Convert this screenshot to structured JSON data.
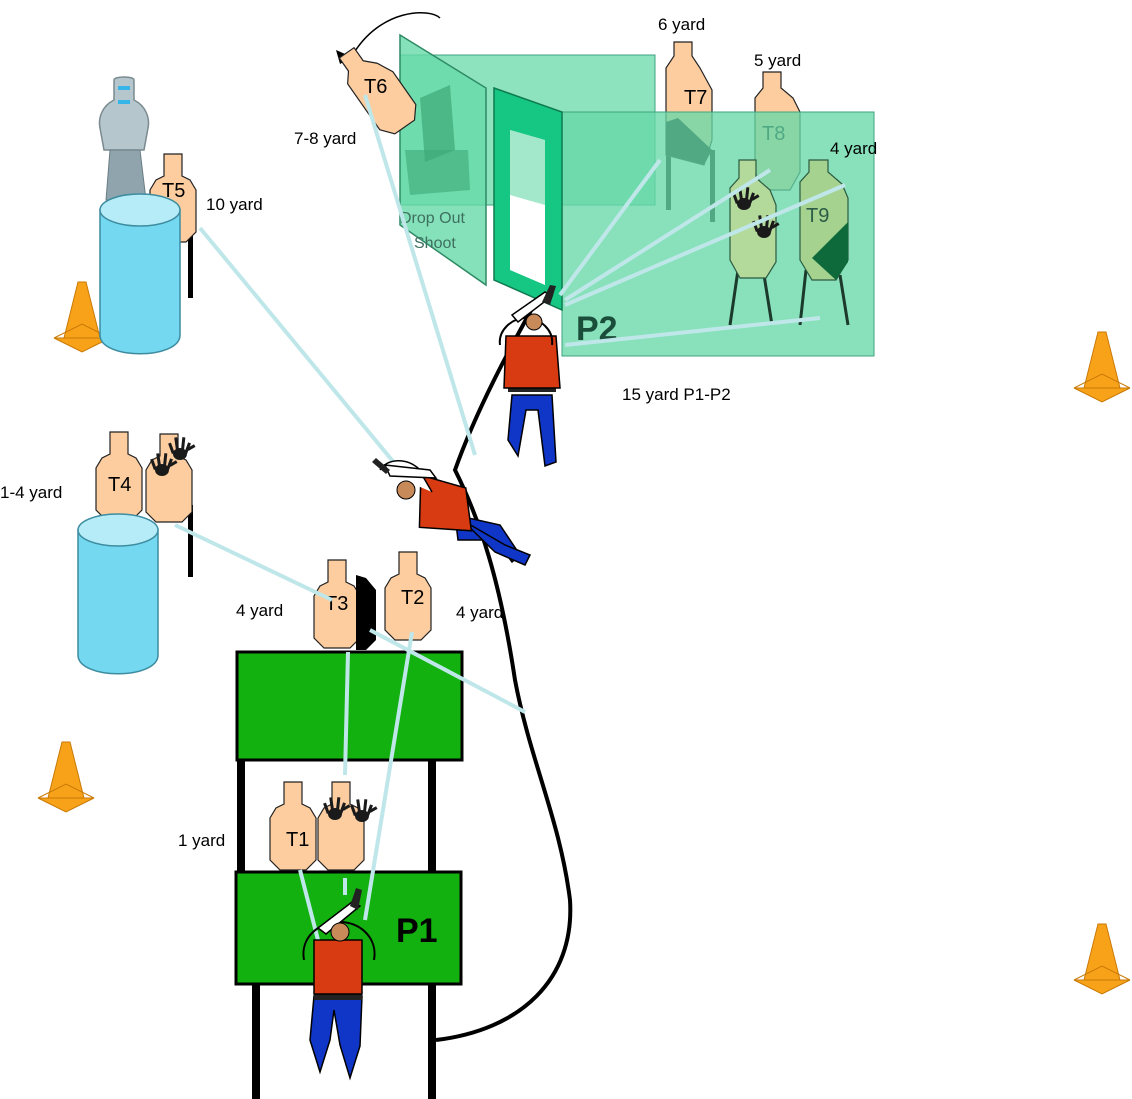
{
  "targets": {
    "t1": "T1",
    "t2": "T2",
    "t3": "T3",
    "t4": "T4",
    "t5": "T5",
    "t6": "T6",
    "t7": "T7",
    "t8": "T8",
    "t9": "T9"
  },
  "positions": {
    "p1": "P1",
    "p2": "P2"
  },
  "distances": {
    "t1": "1 yard",
    "t3": "4 yard",
    "t2": "4 yard",
    "t4": "1-4 yard",
    "t5": "10 yard",
    "t6": "7-8 yard",
    "t7": "6 yard",
    "t8": "5 yard",
    "t9": "4 yard",
    "p1_p2": "15 yard P1-P2"
  },
  "drop_out": {
    "line1": "Drop Out",
    "line2": "Shoot"
  },
  "colors": {
    "target_tan": "#fdcda0",
    "platform_green": "#13b10f",
    "wall_green": "#66d9a8",
    "barrel_blue": "#74d9f0",
    "cone_orange": "#f8a21a",
    "shirt_red": "#d83a12",
    "pants_blue": "#1036c8",
    "sight_line": "#bfe7ea"
  }
}
